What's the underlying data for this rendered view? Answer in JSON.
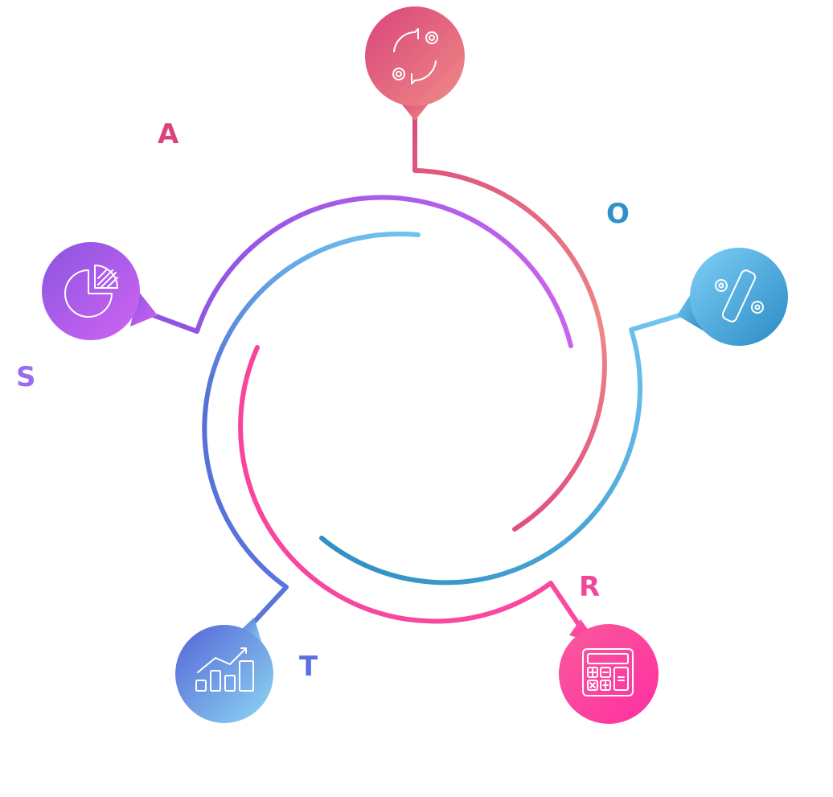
{
  "letters": {
    "a": {
      "text": "A",
      "color": "#d9457a"
    },
    "o": {
      "text": "O",
      "color": "#2f92c6"
    },
    "s": {
      "text": "S",
      "color": "#9a6df0"
    },
    "t": {
      "text": "T",
      "color": "#5b6fe0"
    },
    "r": {
      "text": "R",
      "color": "#f0489a"
    }
  },
  "nodes": [
    {
      "key": "top",
      "icon": "refresh-cycle-icon",
      "colors": [
        "#d9457a",
        "#ef8a86"
      ]
    },
    {
      "key": "right",
      "icon": "percent-icon",
      "colors": [
        "#7fd0f7",
        "#2a8ac4"
      ]
    },
    {
      "key": "bottom-right",
      "icon": "calculator-icon",
      "colors": [
        "#f95a9b",
        "#ff2ea3"
      ]
    },
    {
      "key": "bottom-left",
      "icon": "growth-chart-icon",
      "colors": [
        "#5563d6",
        "#8dd8f3"
      ]
    },
    {
      "key": "left",
      "icon": "pie-chart-icon",
      "colors": [
        "#8a55e0",
        "#d064f2"
      ]
    }
  ]
}
